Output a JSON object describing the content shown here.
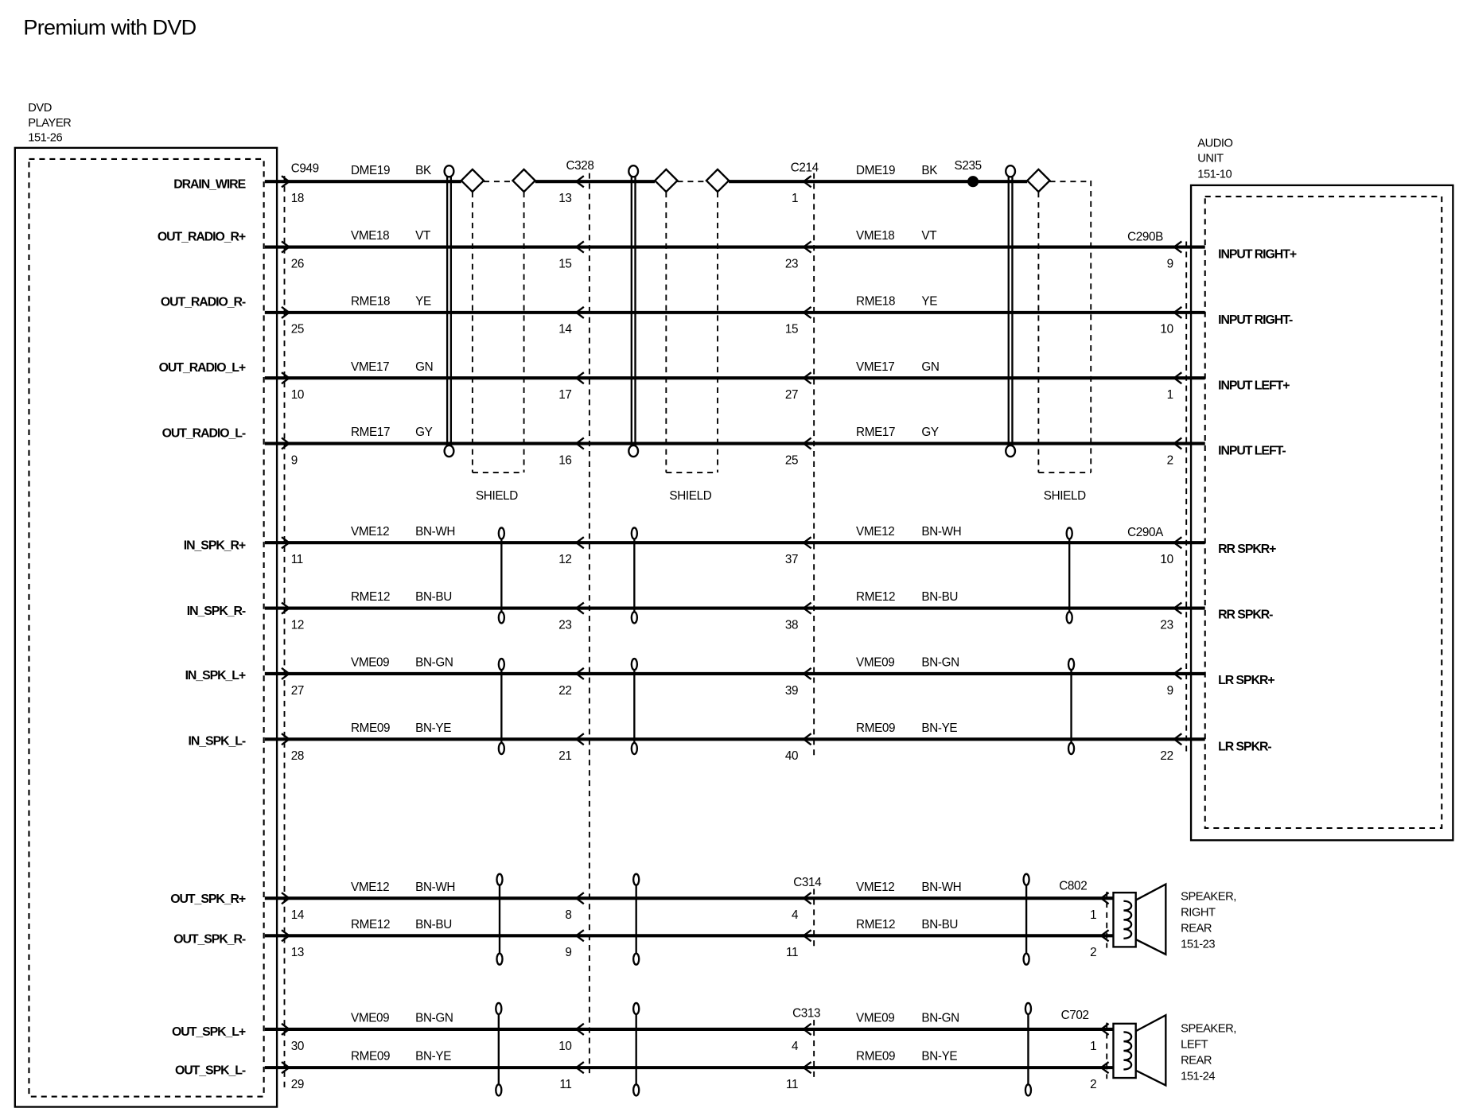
{
  "title": "Premium with DVD",
  "dvd_player": {
    "label_lines": [
      "DVD",
      "PLAYER",
      "151-26"
    ]
  },
  "audio_unit": {
    "label_lines": [
      "AUDIO",
      "UNIT",
      "151-10"
    ]
  },
  "speakers": [
    {
      "label_lines": [
        "SPEAKER,",
        "RIGHT",
        "REAR",
        "151-23"
      ]
    },
    {
      "label_lines": [
        "SPEAKER,",
        "LEFT",
        "REAR",
        "151-24"
      ]
    }
  ],
  "connectors": {
    "dvd_side": "C949",
    "inline_1": "C328",
    "inline_2": "C214",
    "splice": "S235",
    "audio_input": "C290B",
    "audio_speaker": "C290A",
    "inline_right_rear": "C314",
    "speaker_right_rear": "C802",
    "inline_left_rear": "C313",
    "speaker_left_rear": "C702"
  },
  "shields": [
    "SHIELD",
    "SHIELD",
    "SHIELD"
  ],
  "wires": [
    {
      "dvd_pin": "DRAIN_WIRE",
      "c949": "18",
      "circuit_1": "DME19",
      "color_1": "BK",
      "c328": "13",
      "mid": "1",
      "circuit_2": "DME19",
      "color_2": "BK"
    },
    {
      "dvd_pin": "OUT_RADIO_R+",
      "c949": "26",
      "circuit_1": "VME18",
      "color_1": "VT",
      "c328": "15",
      "mid": "23",
      "circuit_2": "VME18",
      "color_2": "VT",
      "end": "9",
      "audio_pin": "INPUT RIGHT+"
    },
    {
      "dvd_pin": "OUT_RADIO_R-",
      "c949": "25",
      "circuit_1": "RME18",
      "color_1": "YE",
      "c328": "14",
      "mid": "15",
      "circuit_2": "RME18",
      "color_2": "YE",
      "end": "10",
      "audio_pin": "INPUT RIGHT-"
    },
    {
      "dvd_pin": "OUT_RADIO_L+",
      "c949": "10",
      "circuit_1": "VME17",
      "color_1": "GN",
      "c328": "17",
      "mid": "27",
      "circuit_2": "VME17",
      "color_2": "GN",
      "end": "1",
      "audio_pin": "INPUT LEFT+"
    },
    {
      "dvd_pin": "OUT_RADIO_L-",
      "c949": "9",
      "circuit_1": "RME17",
      "color_1": "GY",
      "c328": "16",
      "mid": "25",
      "circuit_2": "RME17",
      "color_2": "GY",
      "end": "2",
      "audio_pin": "INPUT LEFT-"
    },
    {
      "dvd_pin": "IN_SPK_R+",
      "c949": "11",
      "circuit_1": "VME12",
      "color_1": "BN-WH",
      "c328": "12",
      "mid": "37",
      "circuit_2": "VME12",
      "color_2": "BN-WH",
      "end": "10",
      "audio_pin": "RR SPKR+"
    },
    {
      "dvd_pin": "IN_SPK_R-",
      "c949": "12",
      "circuit_1": "RME12",
      "color_1": "BN-BU",
      "c328": "23",
      "mid": "38",
      "circuit_2": "RME12",
      "color_2": "BN-BU",
      "end": "23",
      "audio_pin": "RR SPKR-"
    },
    {
      "dvd_pin": "IN_SPK_L+",
      "c949": "27",
      "circuit_1": "VME09",
      "color_1": "BN-GN",
      "c328": "22",
      "mid": "39",
      "circuit_2": "VME09",
      "color_2": "BN-GN",
      "end": "9",
      "audio_pin": "LR SPKR+"
    },
    {
      "dvd_pin": "IN_SPK_L-",
      "c949": "28",
      "circuit_1": "RME09",
      "color_1": "BN-YE",
      "c328": "21",
      "mid": "40",
      "circuit_2": "RME09",
      "color_2": "BN-YE",
      "end": "22",
      "audio_pin": "LR SPKR-"
    },
    {
      "dvd_pin": "OUT_SPK_R+",
      "c949": "14",
      "circuit_1": "VME12",
      "color_1": "BN-WH",
      "c328": "8",
      "mid": "4",
      "circuit_2": "VME12",
      "color_2": "BN-WH",
      "end": "1"
    },
    {
      "dvd_pin": "OUT_SPK_R-",
      "c949": "13",
      "circuit_1": "RME12",
      "color_1": "BN-BU",
      "c328": "9",
      "mid": "11",
      "circuit_2": "RME12",
      "color_2": "BN-BU",
      "end": "2"
    },
    {
      "dvd_pin": "OUT_SPK_L+",
      "c949": "30",
      "circuit_1": "VME09",
      "color_1": "BN-GN",
      "c328": "10",
      "mid": "4",
      "circuit_2": "VME09",
      "color_2": "BN-GN",
      "end": "1"
    },
    {
      "dvd_pin": "OUT_SPK_L-",
      "c949": "29",
      "circuit_1": "RME09",
      "color_1": "BN-YE",
      "c328": "11",
      "mid": "11",
      "circuit_2": "RME09",
      "color_2": "BN-YE",
      "end": "2"
    }
  ]
}
